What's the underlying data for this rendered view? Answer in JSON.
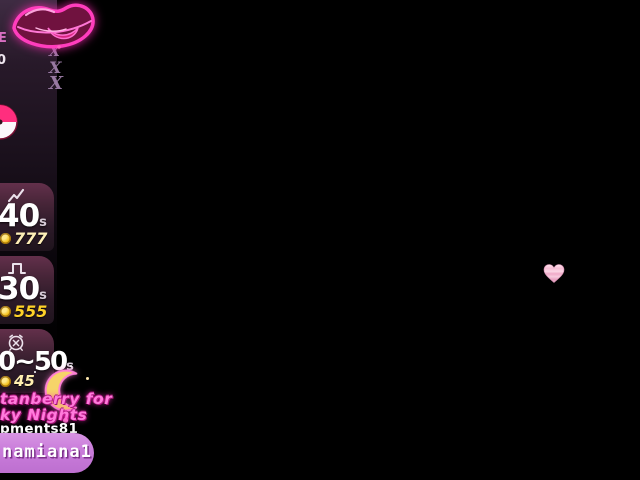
{
  "sidebar": {
    "partial_logo_text": "E",
    "partial_count": "0",
    "decor": [
      "X",
      "X",
      "X"
    ],
    "levels": [
      {
        "icon": "rising-wave-icon",
        "duration": "40",
        "unit": "s",
        "tokens": "777"
      },
      {
        "icon": "pulse-wave-icon",
        "duration": "30",
        "unit": "s",
        "tokens": "555"
      },
      {
        "icon": "alarm-clock-icon",
        "duration": "0~50",
        "unit": "s",
        "tokens": "45"
      }
    ]
  },
  "promo": {
    "line1": "tanberry for",
    "line2": "ky Nights",
    "credit": "pments81"
  },
  "username_button": {
    "label": "namiana1"
  },
  "icons": {
    "logo": "neon-lips",
    "wheel": "prize-wheel",
    "token": "gold-coin",
    "moon": "crescent-moon",
    "stage_heart": "pink-heart"
  },
  "colors": {
    "neon_pink": "#ff3dbd",
    "button_pink": "#c97cda",
    "token_yellow": "#ffd228",
    "promo_pink": "#ff7bdc"
  }
}
